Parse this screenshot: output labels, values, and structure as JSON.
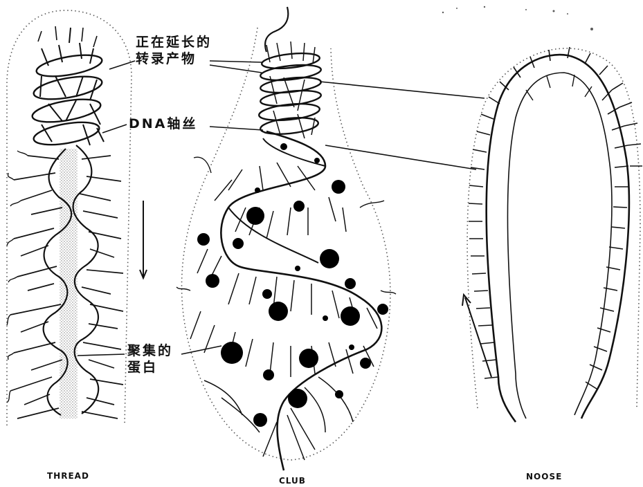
{
  "labels": {
    "transcript_line1": "正在延长的",
    "transcript_line2": "转录产物",
    "dna_axis": "DNA轴丝",
    "protein_line1": "聚集的",
    "protein_line2": "蛋白"
  },
  "panels": {
    "thread": "THREAD",
    "club": "CLUB",
    "noose": "NOOSE"
  }
}
